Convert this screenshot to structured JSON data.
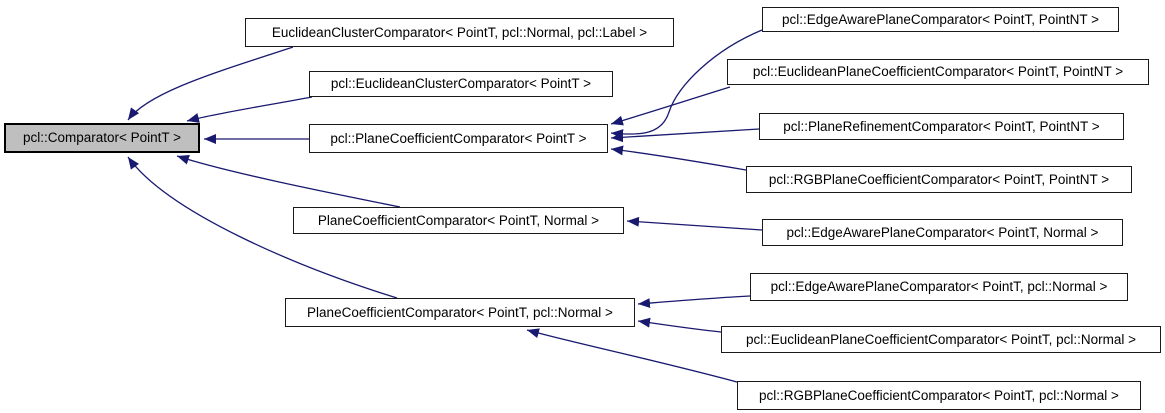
{
  "diagram": {
    "type": "class-inheritance-graph",
    "style": "doxygen-collaboration-style",
    "orientation": "left-to-right",
    "edge_semantics": "solid dark-blue arrow points from derived class to its base class",
    "colors": {
      "edge": "#191970",
      "node_background": "#ffffff",
      "node_border": "#000000",
      "highlighted_node_background": "#bfbfbf"
    },
    "nodes": [
      {
        "id": "comparator",
        "label": "pcl::Comparator< PointT >",
        "highlighted": true
      },
      {
        "id": "euclidean-cluster-comparator-normal-label",
        "label": "EuclideanClusterComparator< PointT, pcl::Normal, pcl::Label >",
        "highlighted": false
      },
      {
        "id": "pcl-euclidean-cluster-comparator",
        "label": "pcl::EuclideanClusterComparator< PointT >",
        "highlighted": false
      },
      {
        "id": "pcl-plane-coefficient-comparator",
        "label": "pcl::PlaneCoefficientComparator< PointT >",
        "highlighted": false
      },
      {
        "id": "plane-coefficient-comparator-normal",
        "label": "PlaneCoefficientComparator< PointT, Normal >",
        "highlighted": false
      },
      {
        "id": "plane-coefficient-comparator-pcl-normal",
        "label": "PlaneCoefficientComparator< PointT, pcl::Normal >",
        "highlighted": false
      },
      {
        "id": "pcl-edge-aware-plane-comparator-pointnt",
        "label": "pcl::EdgeAwarePlaneComparator< PointT, PointNT >",
        "highlighted": false
      },
      {
        "id": "pcl-euclidean-plane-coefficient-comparator-pointnt",
        "label": "pcl::EuclideanPlaneCoefficientComparator< PointT, PointNT >",
        "highlighted": false
      },
      {
        "id": "pcl-plane-refinement-comparator-pointnt",
        "label": "pcl::PlaneRefinementComparator< PointT, PointNT >",
        "highlighted": false
      },
      {
        "id": "pcl-rgb-plane-coefficient-comparator-pointnt",
        "label": "pcl::RGBPlaneCoefficientComparator< PointT, PointNT >",
        "highlighted": false
      },
      {
        "id": "pcl-edge-aware-plane-comparator-normal",
        "label": "pcl::EdgeAwarePlaneComparator< PointT, Normal >",
        "highlighted": false
      },
      {
        "id": "pcl-edge-aware-plane-comparator-pcl-normal",
        "label": "pcl::EdgeAwarePlaneComparator< PointT, pcl::Normal >",
        "highlighted": false
      },
      {
        "id": "pcl-euclidean-plane-coefficient-comparator-pcl-normal",
        "label": "pcl::EuclideanPlaneCoefficientComparator< PointT, pcl::Normal >",
        "highlighted": false
      },
      {
        "id": "pcl-rgb-plane-coefficient-comparator-pcl-normal",
        "label": "pcl::RGBPlaneCoefficientComparator< PointT, pcl::Normal >",
        "highlighted": false
      }
    ],
    "edges": [
      {
        "from": "euclidean-cluster-comparator-normal-label",
        "to": "comparator"
      },
      {
        "from": "pcl-euclidean-cluster-comparator",
        "to": "comparator"
      },
      {
        "from": "pcl-plane-coefficient-comparator",
        "to": "comparator"
      },
      {
        "from": "plane-coefficient-comparator-normal",
        "to": "comparator"
      },
      {
        "from": "plane-coefficient-comparator-pcl-normal",
        "to": "comparator"
      },
      {
        "from": "pcl-edge-aware-plane-comparator-pointnt",
        "to": "pcl-plane-coefficient-comparator"
      },
      {
        "from": "pcl-euclidean-plane-coefficient-comparator-pointnt",
        "to": "pcl-plane-coefficient-comparator"
      },
      {
        "from": "pcl-plane-refinement-comparator-pointnt",
        "to": "pcl-plane-coefficient-comparator"
      },
      {
        "from": "pcl-rgb-plane-coefficient-comparator-pointnt",
        "to": "pcl-plane-coefficient-comparator"
      },
      {
        "from": "pcl-edge-aware-plane-comparator-normal",
        "to": "plane-coefficient-comparator-normal"
      },
      {
        "from": "pcl-edge-aware-plane-comparator-pcl-normal",
        "to": "plane-coefficient-comparator-pcl-normal"
      },
      {
        "from": "pcl-euclidean-plane-coefficient-comparator-pcl-normal",
        "to": "plane-coefficient-comparator-pcl-normal"
      },
      {
        "from": "pcl-rgb-plane-coefficient-comparator-pcl-normal",
        "to": "plane-coefficient-comparator-pcl-normal"
      }
    ]
  }
}
